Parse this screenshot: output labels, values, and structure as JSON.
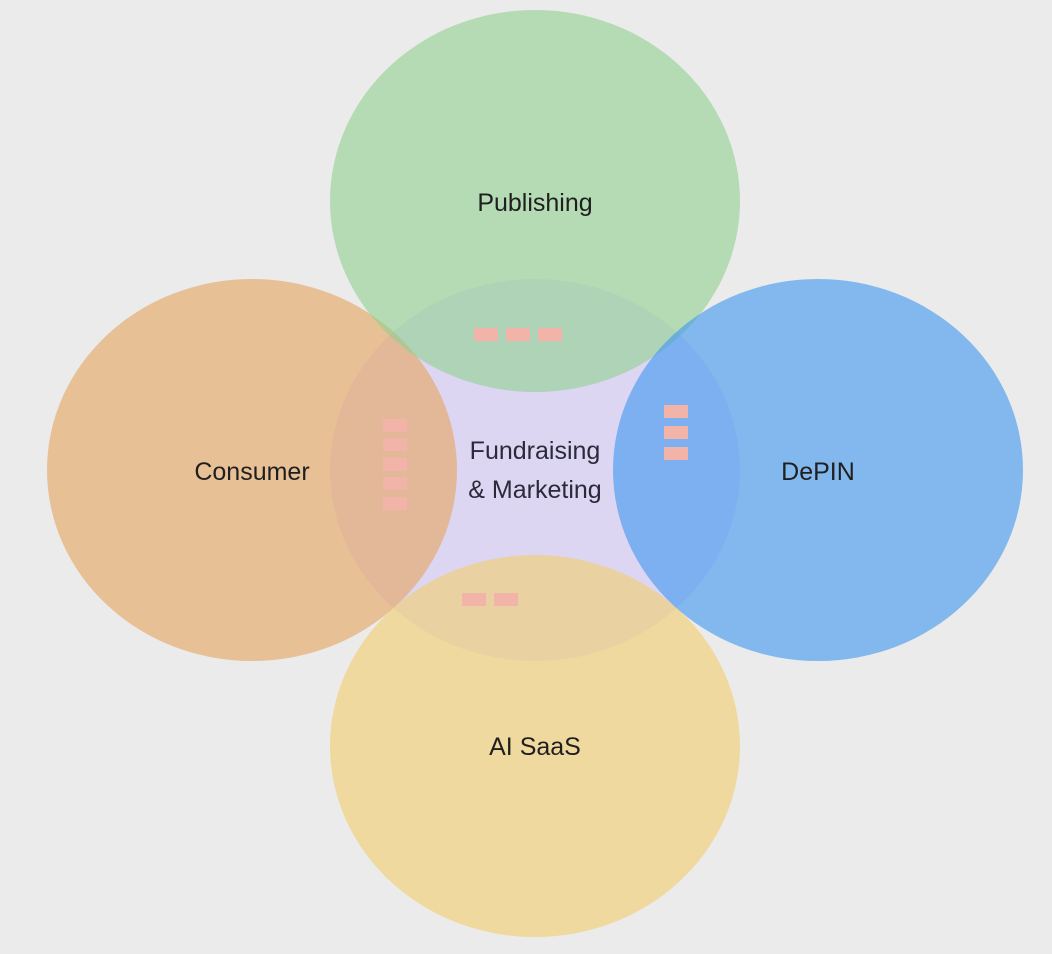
{
  "colors": {
    "background": "#ebebeb",
    "publishing": "#b3ddb5",
    "consumer": "#ecc699",
    "depin": "#80bbf3",
    "ai_saas": "#f0d99e",
    "center": "#ddd6f3",
    "sticky_note": "#f2b3a8"
  },
  "diagram": {
    "publishing": {
      "label": "Publishing"
    },
    "consumer": {
      "label": "Consumer"
    },
    "depin": {
      "label": "DePIN"
    },
    "ai_saas": {
      "label": "AI SaaS"
    },
    "center": {
      "label_line1": "Fundraising",
      "label_line2": "& Marketing"
    }
  }
}
